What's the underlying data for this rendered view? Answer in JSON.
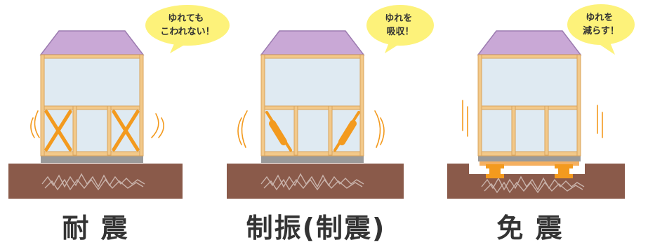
{
  "colors": {
    "roof": "#c9a8d6",
    "roof_stroke": "#9c7bb0",
    "wall": "#dfeaf2",
    "frame": "#f2c98a",
    "frame_stroke": "#d9a45c",
    "brace": "#f39a1e",
    "ground": "#8a5a4a",
    "crack": "#c9b3ab",
    "sill": "#9a9a9a",
    "bubble": "#fdf27a",
    "motion": "#f39a1e"
  },
  "panels": [
    {
      "id": "taishin",
      "label": "耐 震",
      "bubble": [
        "ゆれても",
        "こわれない！"
      ]
    },
    {
      "id": "seishin",
      "label": "制振(制震)",
      "bubble": [
        "ゆれを",
        "吸収！"
      ]
    },
    {
      "id": "menshin",
      "label": "免 震",
      "bubble": [
        "ゆれを",
        "減らす！"
      ]
    }
  ]
}
